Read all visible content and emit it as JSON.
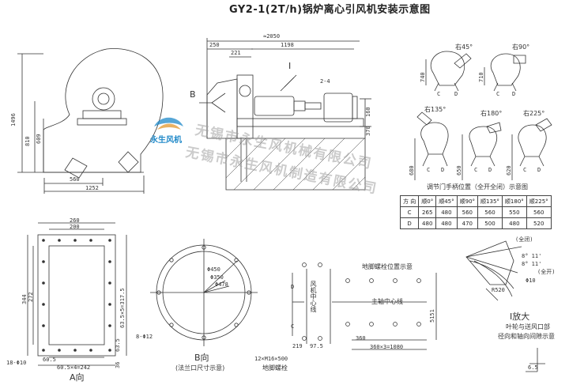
{
  "title": "GY2-1(2T/h)锅炉离心引风机安装示意图",
  "watermark": {
    "line1": "无锡市永生风机械有限公司",
    "line2": "无锡市永生风机制造有限公司",
    "logo_text": "永生风机"
  },
  "front_view": {
    "dims": {
      "d1496": "1496",
      "d810": "810",
      "d609": "609",
      "d560": "560",
      "d1252": "1252"
    }
  },
  "side_view": {
    "label_b": "B",
    "label_i": "I",
    "dims": {
      "d2050": "≈2050",
      "d250": "250",
      "d221": "221",
      "d1198": "1198",
      "d2_4": "2-4",
      "d160": "160",
      "d370": "370"
    }
  },
  "rotations": {
    "items": [
      {
        "label": "右45°",
        "dim": "740"
      },
      {
        "label": "右90°",
        "dim": "710"
      },
      {
        "label": "右135°",
        "dim": "680"
      },
      {
        "label": "右180°",
        "dim": "650"
      },
      {
        "label": "右225°",
        "dim": "620"
      }
    ],
    "c_label": "C",
    "d_label": "D",
    "caption": "调节门手柄位置（全开全闭）示意图"
  },
  "table": {
    "headers": [
      "方 向",
      "顺0°",
      "顺45°",
      "顺90°",
      "顺135°",
      "顺180°",
      "顺225°"
    ],
    "rows": [
      [
        "C",
        "265",
        "480",
        "560",
        "560",
        "550",
        "560"
      ],
      [
        "D",
        "480",
        "480",
        "470",
        "500",
        "480",
        "520"
      ]
    ]
  },
  "flange_a": {
    "label": "A向",
    "dims": {
      "d260": "260",
      "d200": "200",
      "d344": "344",
      "d272": "272",
      "d63_5x5": "63.5×5=317.5",
      "d63_5": "63.5",
      "d36": "36",
      "holes": "18-Φ10",
      "d60_5": "60.5",
      "d60_5x4": "60.5×4=242"
    }
  },
  "flange_b": {
    "label": "B向",
    "caption": "(法兰口尺寸示意)",
    "dims": {
      "d450": "Φ450",
      "d350": "Φ350",
      "d478": "Φ478",
      "holes": "8-Φ12"
    }
  },
  "anchor": {
    "caption": "地脚螺栓位置示意",
    "center_fan": "风机中心线",
    "center_shaft": "主轴中心线",
    "dims": {
      "d5151": "5151",
      "d219": "219",
      "d97_5": "97.5",
      "d360": "360",
      "d360x3": "360×3=1080",
      "d_c": "C",
      "d_d": "D"
    },
    "bolts": "12×M16×500",
    "bolts_label": "地脚螺栓"
  },
  "detail_i": {
    "label": "I放大",
    "desc1": "叶轮与送风口部",
    "desc2": "径向和轴向间隙示意",
    "full_close": "(全闭)",
    "full_open": "(全开)",
    "a1": "8° 11'",
    "a2": "8° 11'",
    "d10": "Φ10",
    "r520": "R520",
    "d6_5": "6.5"
  }
}
